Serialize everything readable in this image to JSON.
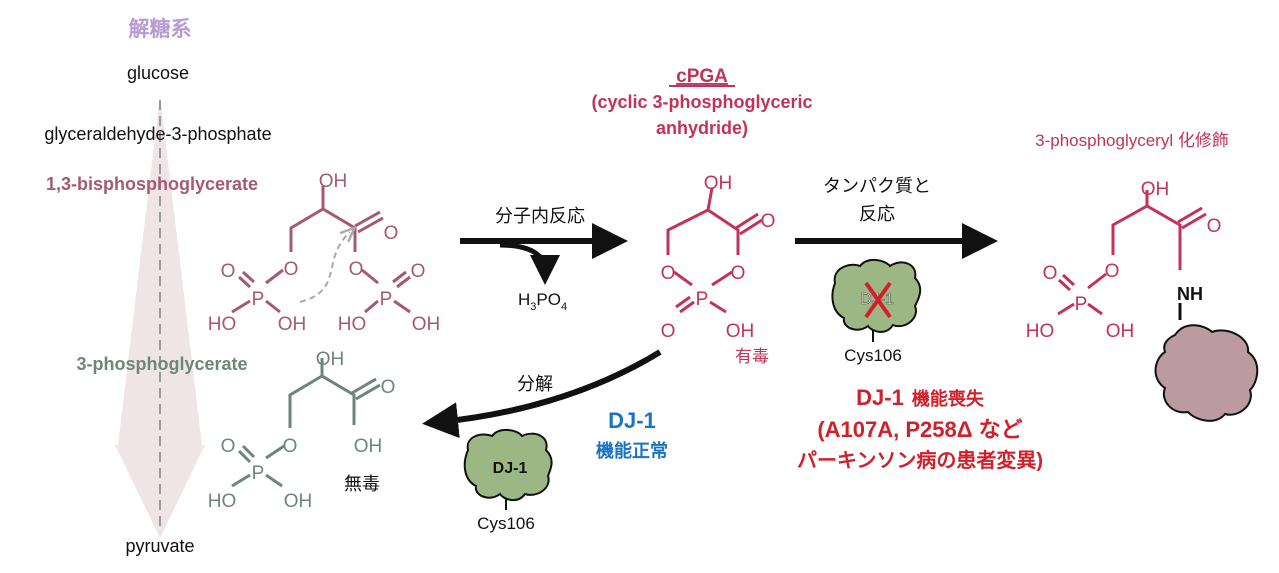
{
  "colors": {
    "bpg": "#a45a6f",
    "cpga": "#c2335a",
    "pg": "#6c8777",
    "glycolysis": "#b79bd3",
    "loss": "#d0202b",
    "normal": "#1a74c4",
    "protein_green": "#9cb784",
    "protein_target": "#bc9aa1"
  },
  "glycolysis": {
    "title": "解糖系",
    "glucose": "glucose",
    "g3p": "glyceraldehyde-3-phosphate",
    "bpg": "1,3-bisphosphoglycerate",
    "pg": "3-phosphoglycerate",
    "pyruvate": "pyruvate"
  },
  "cpga": {
    "name": "cPGA",
    "full_line1": "(cyclic 3-phosphoglyceric",
    "full_line2": "anhydride)",
    "toxic": "有毒"
  },
  "reactions": {
    "intramolecular": "分子内反応",
    "h3po4": {
      "h": "H",
      "sub1": "3",
      "po": "PO",
      "sub2": "4"
    },
    "protein_react_1": "タンパク質と",
    "protein_react_2": "反応",
    "degradation": "分解",
    "nontoxic": "無毒"
  },
  "product": {
    "title": "3-phosphoglyceryl 化修飾",
    "nh": "NH"
  },
  "dj1_normal": {
    "protein": "DJ-1",
    "residue": "Cys106",
    "label1": "DJ-1",
    "label2": "機能正常"
  },
  "dj1_loss": {
    "protein": "DJ-1",
    "residue": "Cys106",
    "line1_a": "DJ-1",
    "line1_b": "機能喪失",
    "line2": "(A107A, P258Δ など",
    "line3": "パーキンソン病の患者変異)"
  },
  "atoms": {
    "bpg": [
      "OH",
      "O",
      "O",
      "O",
      "O",
      "P",
      "HO",
      "OH",
      "O",
      "P",
      "HO",
      "OH"
    ],
    "cpga": [
      "OH",
      "O",
      "O",
      "O",
      "P",
      "O",
      "OH"
    ],
    "pg": [
      "OH",
      "O",
      "OH",
      "O",
      "O",
      "P",
      "HO",
      "OH"
    ],
    "product": [
      "OH",
      "O",
      "O",
      "O",
      "P",
      "HO",
      "OH"
    ]
  }
}
